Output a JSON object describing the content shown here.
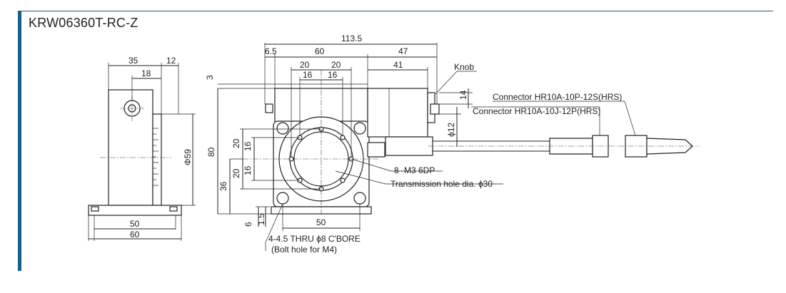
{
  "title": "KRW06360T-RC-Z",
  "colors": {
    "accent": "#1a5f8a",
    "line": "#222222",
    "background": "#ffffff"
  },
  "side_view": {
    "dims": {
      "d35": "35",
      "d12": "12",
      "d18": "18",
      "phi59": "Φ59",
      "d50": "50",
      "d60": "60"
    }
  },
  "front_view": {
    "dims": {
      "d113_5": "113.5",
      "d6_5": "6.5",
      "d60": "60",
      "d47": "47",
      "d41": "41",
      "d20a": "20",
      "d20b": "20",
      "d16a": "16",
      "d16b": "16",
      "d3": "3",
      "d80": "80",
      "d36": "36",
      "v20a": "20",
      "v16a": "16",
      "v20b": "20",
      "v16b": "16",
      "d6": "6",
      "d1_5": "1.5",
      "d50": "50",
      "d14": "14",
      "phi12": "ϕ12"
    },
    "labels": {
      "knob": "Knob",
      "connector1": "Connector HR10A-10P-12S(HRS)",
      "connector2": "Connector HR10A-10J-12P(HRS)",
      "tap": "8 -M3 6DP",
      "transmission": "Transmission hole dia. ϕ30",
      "bolt1": "4-4.5 THRU ϕ8 C'BORE",
      "bolt2": "(Bolt hole for M4)"
    }
  }
}
